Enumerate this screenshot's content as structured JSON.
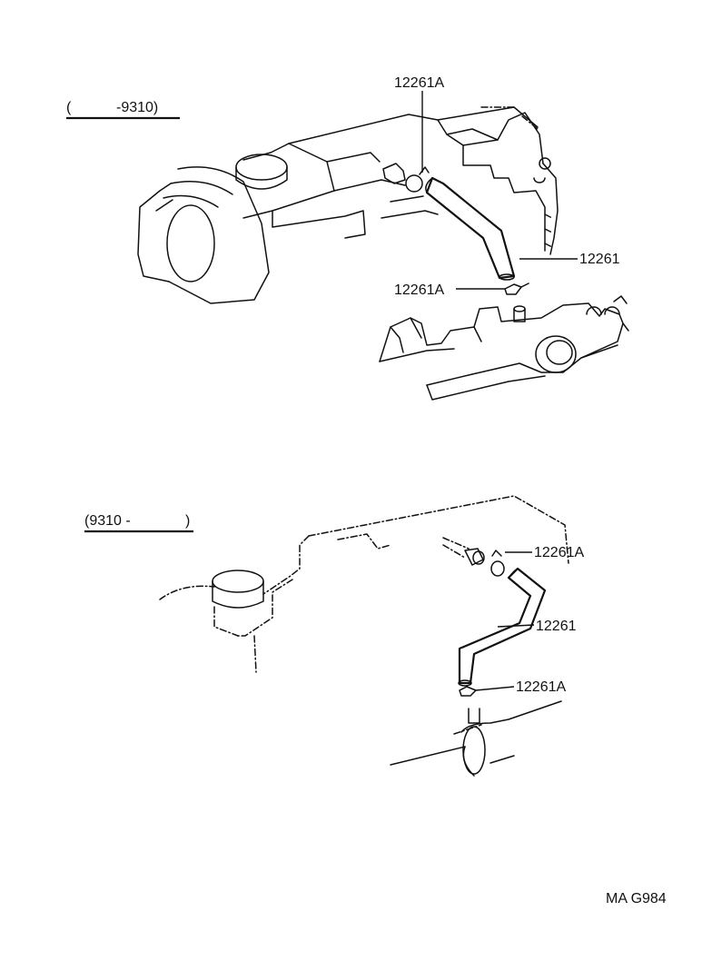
{
  "diagram": {
    "top": {
      "range_open": "(",
      "range_label": "-9310)",
      "callout_clip_top": "12261A",
      "callout_hose": "12261",
      "callout_clip_bottom": "12261A"
    },
    "bottom": {
      "range_label": "(9310 -",
      "range_close": ")",
      "callout_clip_top": "12261A",
      "callout_hose": "12261",
      "callout_clip_bottom": "12261A"
    },
    "figure_code": "MA G984"
  }
}
